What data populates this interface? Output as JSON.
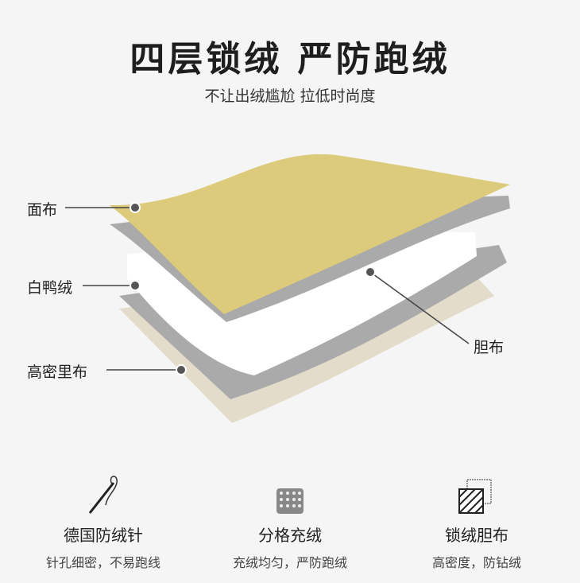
{
  "title": "四层锁绒 严防跑绒",
  "subtitle": "不让出绒尴尬 拉低时尚度",
  "layers": {
    "outer": "面布",
    "down": "白鸭绒",
    "lining": "高密里布",
    "inner": "胆布"
  },
  "colors": {
    "outer": "#dccb7a",
    "gray": "#a9a9a9",
    "down": "#ffffff",
    "lining": "#e4dccb"
  },
  "features": [
    {
      "icon": "needle-icon",
      "title": "德国防绒针",
      "desc": "针孔细密，不易跑线"
    },
    {
      "icon": "grid-quilt-icon",
      "title": "分格充绒",
      "desc": "充绒均匀，严防跑绒"
    },
    {
      "icon": "fabric-swatch-icon",
      "title": "锁绒胆布",
      "desc": "高密度，防钻绒"
    }
  ]
}
